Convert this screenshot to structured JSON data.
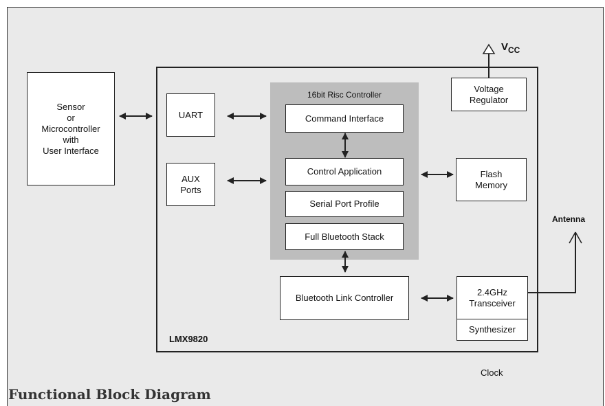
{
  "diagram": {
    "title": "Functional Block Diagram",
    "sensor_box": "Sensor\nor\nMicrocontroller\nwith\nUser Interface",
    "chip_label": "LMX9820",
    "uart": "UART",
    "aux_ports": "AUX\nPorts",
    "risc_controller_label": "16bit Risc Controller",
    "command_interface": "Command Interface",
    "control_application": "Control Application",
    "serial_port_profile": "Serial Port Profile",
    "full_bluetooth_stack": "Full Bluetooth Stack",
    "bluetooth_link_controller": "Bluetooth Link Controller",
    "voltage_regulator": "Voltage\nRegulator",
    "vcc_main": "V",
    "vcc_sub": "CC",
    "flash_memory": "Flash\nMemory",
    "antenna": "Antenna",
    "transceiver": "2.4GHz\nTransceiver",
    "synthesizer": "Synthesizer",
    "clock": "Clock"
  },
  "colors": {
    "background": "#eaeaea",
    "panel_gray": "#bdbdbd",
    "line": "#222222"
  }
}
